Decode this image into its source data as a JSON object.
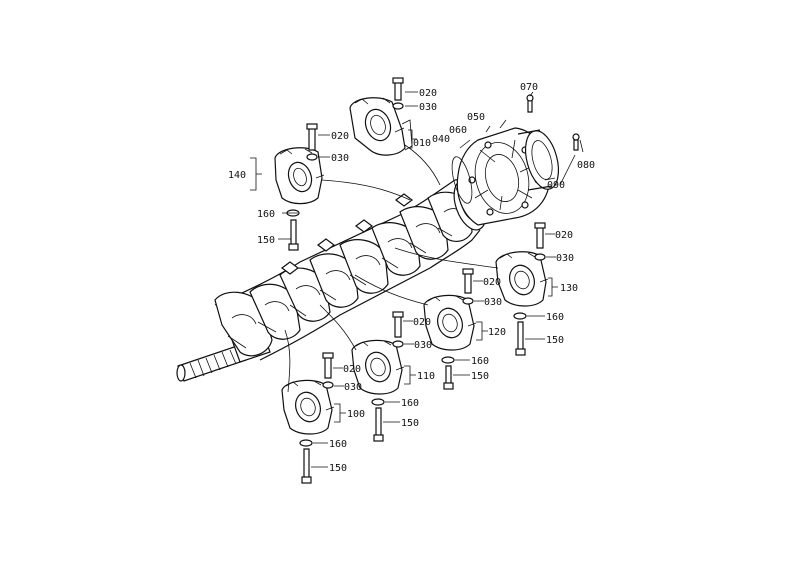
{
  "labels": {
    "b020_top": "020",
    "b030_top": "030",
    "b010": "010",
    "b020_l1": "020",
    "b030_l1": "030",
    "b140": "140",
    "b060": "060",
    "b040": "040",
    "b050": "050",
    "b070": "070",
    "b080": "080",
    "b090": "090",
    "b160_l": "160",
    "b150_l": "150",
    "b020_r1": "020",
    "b030_r1": "030",
    "b130": "130",
    "b020_r2": "020",
    "b030_r2": "030",
    "b120": "120",
    "b160_r1": "160",
    "b150_r1": "150",
    "b020_m": "020",
    "b030_m": "030",
    "b110": "110",
    "b160_m": "160",
    "b150_m": "150",
    "b020_b": "020",
    "b030_b": "030",
    "b100": "100",
    "b160_b1": "160",
    "b150_b1": "150",
    "b160_b2": "160",
    "b150_b2": "150"
  }
}
